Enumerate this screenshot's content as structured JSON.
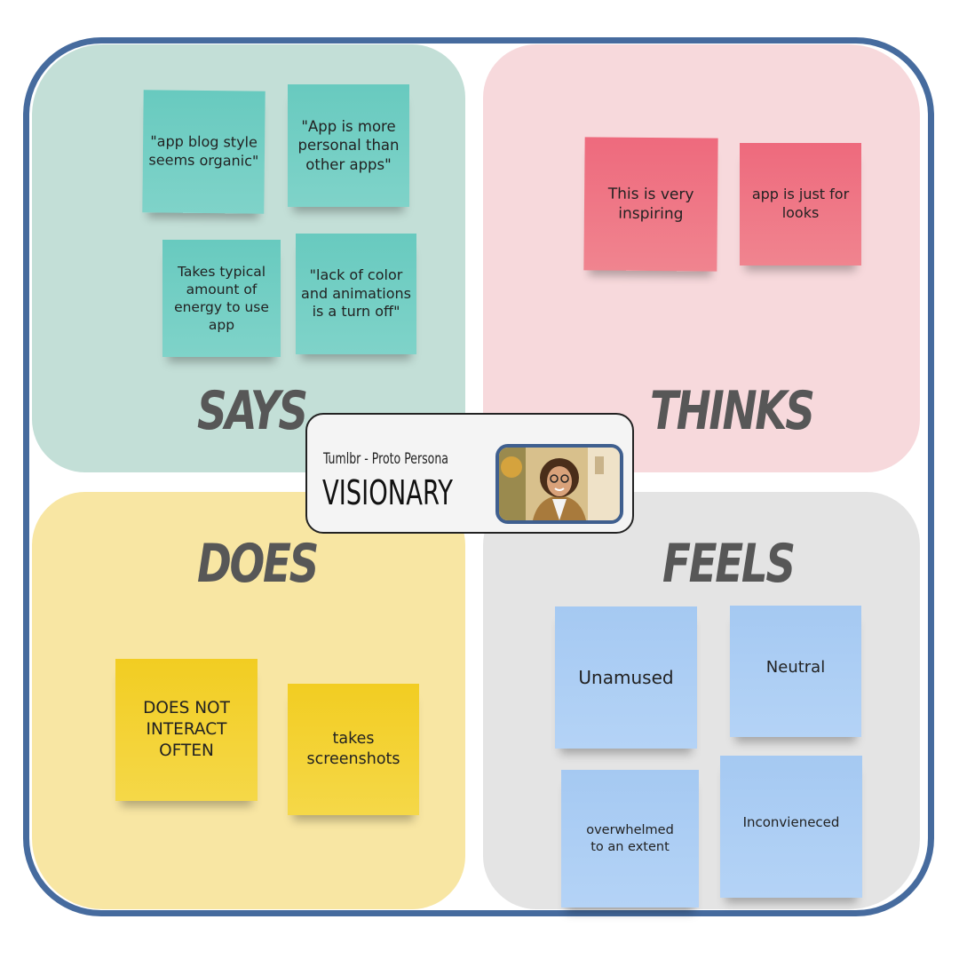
{
  "persona": {
    "subtitle": "Tumlbr - Proto Persona",
    "title": "VISIONARY"
  },
  "quadrants": {
    "says": {
      "label": "SAYS",
      "notes": [
        "\"app blog style seems organic\"",
        "\"App is more personal than other apps\"",
        "Takes typical amount of energy to use app",
        "\"lack of color and animations is a turn off\""
      ]
    },
    "thinks": {
      "label": "THINKS",
      "notes": [
        "This is very inspiring",
        "app is just for looks"
      ]
    },
    "does": {
      "label": "DOES",
      "notes": [
        "DOES NOT INTERACT OFTEN",
        "takes screenshots"
      ]
    },
    "feels": {
      "label": "FEELS",
      "notes": [
        "Unamused",
        "Neutral",
        "overwhelmed to an extent",
        "Inconvieneced"
      ]
    }
  },
  "colors": {
    "border": "#466b9e",
    "says_bg": "#c3dfd7",
    "thinks_bg": "#f7d9dc",
    "does_bg": "#f8e6a3",
    "feels_bg": "#e4e4e4",
    "teal_note": "#72cfc4",
    "pink_note": "#ef7685",
    "yellow_note": "#f3d22f",
    "blue_note": "#acceF4"
  }
}
